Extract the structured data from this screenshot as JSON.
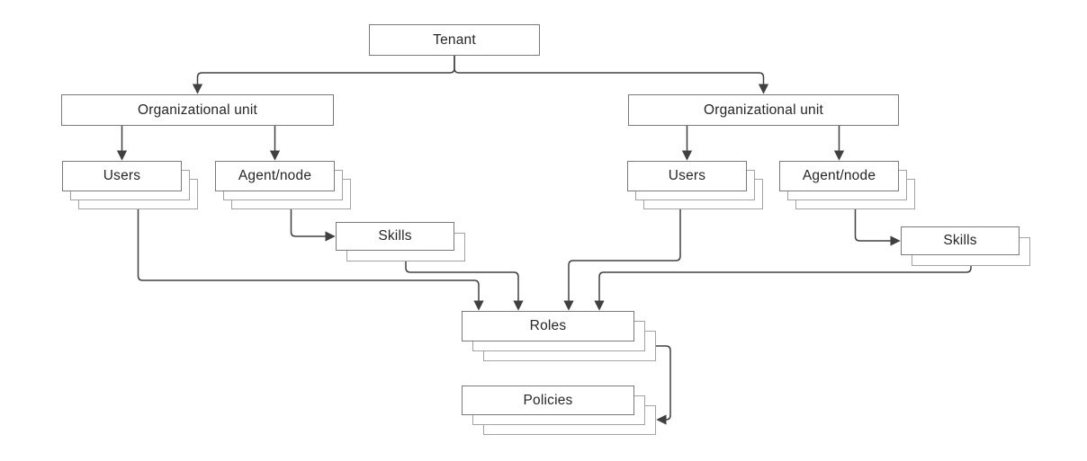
{
  "colors": {
    "bg": "#ffffff",
    "box_border": "#7a7a7a",
    "stack_border": "#a3a3a3",
    "connector": "#404040",
    "text": "#262626"
  },
  "nodes": {
    "tenant": {
      "label": "Tenant"
    },
    "ou_left": {
      "label": "Organizational unit"
    },
    "ou_right": {
      "label": "Organizational unit"
    },
    "users_left": {
      "label": "Users"
    },
    "agent_left": {
      "label": "Agent/node"
    },
    "skills_left": {
      "label": "Skills"
    },
    "users_right": {
      "label": "Users"
    },
    "agent_right": {
      "label": "Agent/node"
    },
    "skills_right": {
      "label": "Skills"
    },
    "roles": {
      "label": "Roles"
    },
    "policies": {
      "label": "Policies"
    }
  },
  "edges": [
    {
      "from": "tenant",
      "to": "ou_left"
    },
    {
      "from": "tenant",
      "to": "ou_right"
    },
    {
      "from": "ou_left",
      "to": "users_left"
    },
    {
      "from": "ou_left",
      "to": "agent_left"
    },
    {
      "from": "agent_left",
      "to": "skills_left"
    },
    {
      "from": "ou_right",
      "to": "users_right"
    },
    {
      "from": "ou_right",
      "to": "agent_right"
    },
    {
      "from": "agent_right",
      "to": "skills_right"
    },
    {
      "from": "users_left",
      "to": "roles"
    },
    {
      "from": "skills_left",
      "to": "roles"
    },
    {
      "from": "users_right",
      "to": "roles"
    },
    {
      "from": "skills_right",
      "to": "roles"
    },
    {
      "from": "roles",
      "to": "policies"
    }
  ]
}
